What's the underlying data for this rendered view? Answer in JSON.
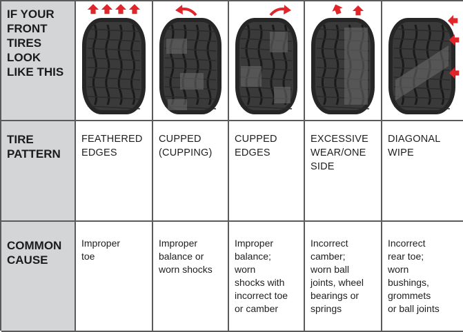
{
  "row_headers": {
    "images": "IF YOUR\nFRONT\nTIRES\nLOOK\nLIKE THIS",
    "pattern": "TIRE\nPATTERN",
    "cause": "COMMON\nCAUSE"
  },
  "columns": [
    {
      "tire_icon": "tire-feathered-edges-icon",
      "pattern": "FEATHERED\nEDGES",
      "cause": "Improper\ntoe"
    },
    {
      "tire_icon": "tire-cupped-icon",
      "pattern": "CUPPED\n(CUPPING)",
      "cause": "Improper\nbalance or\nworn shocks"
    },
    {
      "tire_icon": "tire-cupped-edges-icon",
      "pattern": "CUPPED\nEDGES",
      "cause": "Improper\nbalance;\nworn\nshocks with\nincorrect toe\nor camber"
    },
    {
      "tire_icon": "tire-one-side-wear-icon",
      "pattern": "EXCESSIVE\nWEAR/ONE\nSIDE",
      "cause": "Incorrect\ncamber;\nworn ball\njoints, wheel\nbearings or\nsprings"
    },
    {
      "tire_icon": "tire-diagonal-wipe-icon",
      "pattern": "DIAGONAL\nWIPE",
      "cause": "Incorrect\nrear toe;\nworn\nbushings,\ngrommets\nor ball joints"
    }
  ],
  "colors": {
    "header_bg": "#d4d5d7",
    "grid_line": "#5a5a5a",
    "arrow": "#e0252b",
    "tire_dark": "#2b2b2b"
  }
}
